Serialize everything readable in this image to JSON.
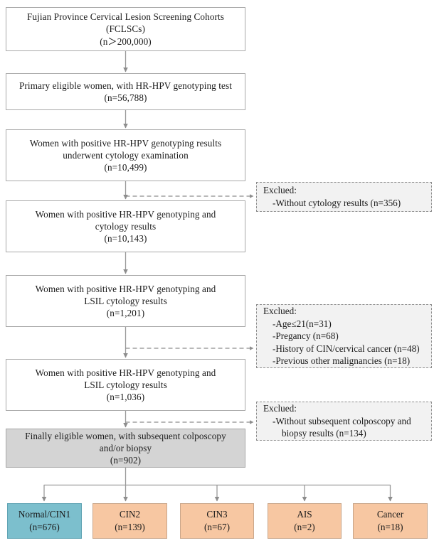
{
  "diagram": {
    "title": "Fujian Province Cervical Lesion Screening Cohorts study flow",
    "colors": {
      "normal_fill": "#7cbfcd",
      "lesion_fill": "#f7c7a2",
      "final_fill": "#d4d4d4",
      "excluded_fill": "#f2f2f2",
      "border": "#a8a8a8",
      "connector": "#9a9a9a"
    }
  },
  "nodes": [
    {
      "id": "cohort",
      "lines": [
        "Fujian Province Cervical Lesion Screening Cohorts",
        "(FCLSCs)",
        "(n＞200,000)"
      ]
    },
    {
      "id": "primary-eligible",
      "lines": [
        "Primary eligible women, with HR-HPV genotyping test",
        "(n=56,788)"
      ]
    },
    {
      "id": "positive-cytology-exam",
      "lines": [
        "Women with positive HR-HPV genotyping results",
        "underwent cytology examination",
        "(n=10,499)"
      ]
    },
    {
      "id": "positive-with-cytology",
      "lines": [
        "Women with positive HR-HPV genotyping and",
        "cytology results",
        "(n=10,143)"
      ]
    },
    {
      "id": "lsil-1201",
      "lines": [
        "Women with positive HR-HPV genotyping and",
        "LSIL cytology results",
        "(n=1,201)"
      ]
    },
    {
      "id": "lsil-1036",
      "lines": [
        "Women with positive HR-HPV genotyping and",
        "LSIL cytology results",
        "(n=1,036)"
      ]
    },
    {
      "id": "finally-eligible",
      "lines": [
        "Finally eligible women, with subsequent colposcopy",
        "and/or biopsy",
        "(n=902)"
      ]
    }
  ],
  "exclusions": [
    {
      "id": "excl-cytology",
      "head": "Exclued:",
      "items": [
        "-Without cytology results (n=356)"
      ]
    },
    {
      "id": "excl-criteria",
      "head": "Exclued:",
      "items": [
        "-Age≤21(n=31)",
        "-Pregancy (n=68)",
        "-History of CIN/cervical cancer (n=48)",
        "-Previous other malignancies (n=18)"
      ]
    },
    {
      "id": "excl-colposcopy",
      "head": "Exclued:",
      "items": [
        "-Without subsequent colposcopy and"
      ],
      "continuation": "biopsy results (n=134)"
    }
  ],
  "outcomes": [
    {
      "id": "normal-cin1",
      "label": "Normal/CIN1",
      "count": "(n=676)",
      "style": "normal"
    },
    {
      "id": "cin2",
      "label": "CIN2",
      "count": "(n=139)",
      "style": "orange"
    },
    {
      "id": "cin3",
      "label": "CIN3",
      "count": "(n=67)",
      "style": "orange"
    },
    {
      "id": "ais",
      "label": "AIS",
      "count": "(n=2)",
      "style": "orange"
    },
    {
      "id": "cancer",
      "label": "Cancer",
      "count": "(n=18)",
      "style": "orange"
    }
  ]
}
